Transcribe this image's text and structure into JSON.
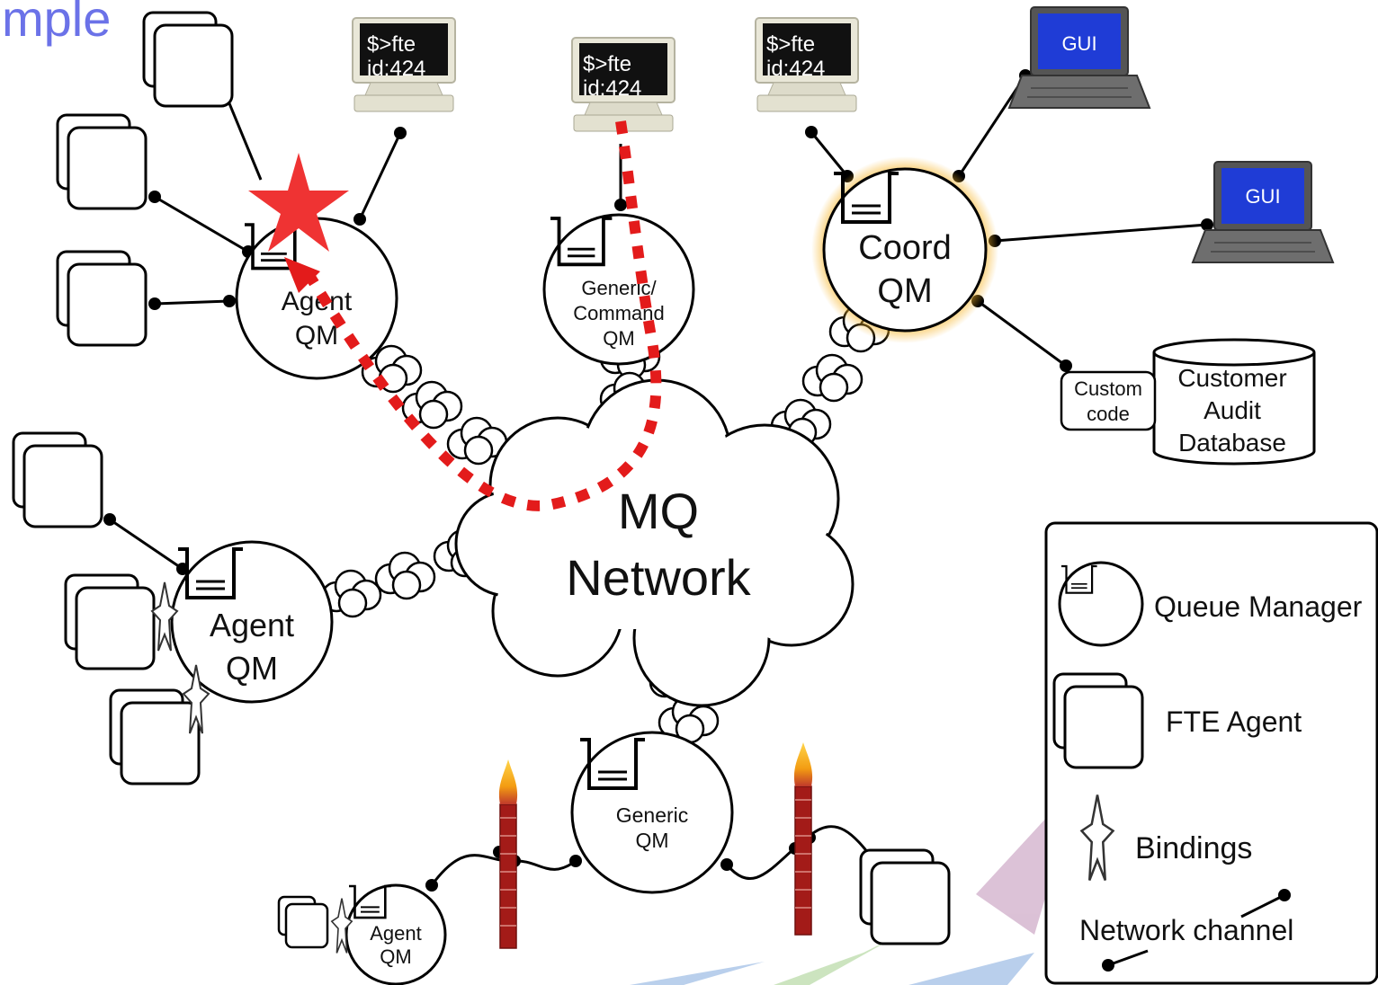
{
  "slide": {
    "title_fragment": "mple"
  },
  "colors": {
    "title": "#6b72e8",
    "route": "#e31b1b",
    "star": "#ef3333",
    "coord_glow": "#f7b52a",
    "gui_screen": "#1f3cd6",
    "firewall": "#a31b18",
    "flame": "#f39c12"
  },
  "terminals": [
    {
      "line1": "$>fte",
      "line2": "id:424"
    },
    {
      "line1": "$>fte",
      "line2": "id:424"
    },
    {
      "line1": "$>fte",
      "line2": "id:424"
    }
  ],
  "laptops": [
    {
      "screen": "GUI"
    },
    {
      "screen": "GUI"
    }
  ],
  "queue_managers": {
    "agent_top": [
      "Agent",
      "QM"
    ],
    "generic_command": [
      "Generic/",
      "Command",
      "QM"
    ],
    "coord": [
      "Coord",
      "QM"
    ],
    "agent_left": [
      "Agent",
      "QM"
    ],
    "generic_bottom": [
      "Generic",
      "QM"
    ],
    "agent_bottom": [
      "Agent",
      "QM"
    ]
  },
  "network": [
    "MQ",
    "Network"
  ],
  "custom_code": [
    "Custom",
    "code"
  ],
  "database": [
    "Customer",
    "Audit",
    "Database"
  ],
  "legend": {
    "queue_manager": "Queue Manager",
    "fte_agent": "FTE Agent",
    "bindings": "Bindings",
    "network_channel": "Network channel"
  },
  "icons": [
    "terminal-icon",
    "laptop-icon",
    "queue-icon",
    "agent-icon",
    "binding-icon",
    "firewall-icon",
    "star-icon",
    "database-icon"
  ]
}
